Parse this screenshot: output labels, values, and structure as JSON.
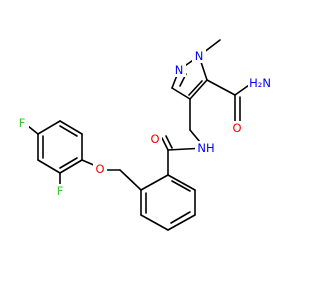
{
  "molecule": {
    "atoms": {
      "n1": {
        "text": "N",
        "color": "#0000ff"
      },
      "n2": {
        "text": "N",
        "color": "#0000ff"
      },
      "amide_n1": {
        "text": "H₂N",
        "color": "#0000ff"
      },
      "amide_o1": {
        "text": "O",
        "color": "#ff0000"
      },
      "amide_o2": {
        "text": "O",
        "color": "#ff0000"
      },
      "nh": {
        "text": "NH",
        "color": "#0000ff"
      },
      "ether_o": {
        "text": "O",
        "color": "#ff0000"
      },
      "f1": {
        "text": "F",
        "color": "#33cc33"
      },
      "f2": {
        "text": "F",
        "color": "#33cc33"
      }
    }
  }
}
